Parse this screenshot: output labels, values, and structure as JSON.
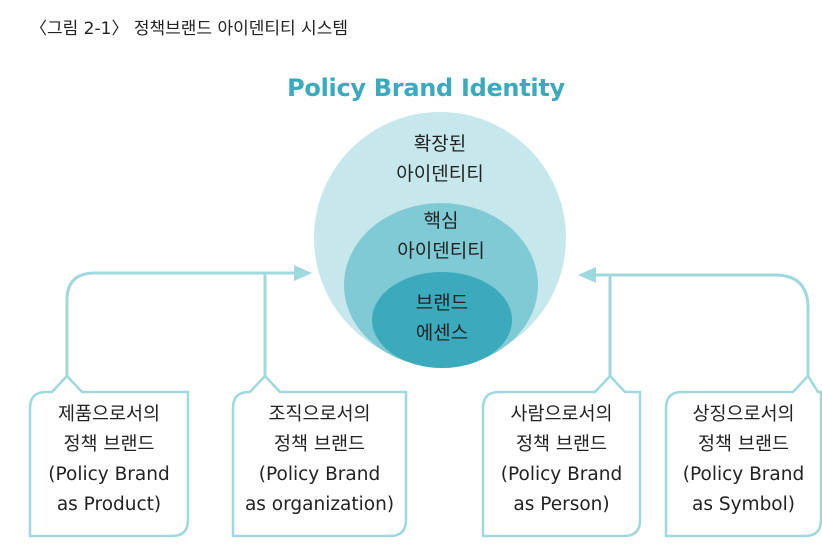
{
  "caption": "〈그림 2-1〉 정책브랜드 아이덴티티 시스템",
  "title": "Policy Brand Identity",
  "colors": {
    "outer": "#c6e8ed",
    "middle": "#7fcad4",
    "inner": "#3aaabc",
    "line": "#9fd8df",
    "title": "#3aaabc"
  },
  "circles": {
    "outer": [
      "확장된",
      "아이덴티티"
    ],
    "middle": [
      "핵심",
      "아이덴티티"
    ],
    "inner": [
      "브랜드",
      "에센스"
    ]
  },
  "boxes": [
    {
      "lines": [
        "제품으로서의",
        "정책 브랜드",
        "(Policy Brand",
        "as Product)"
      ]
    },
    {
      "lines": [
        "조직으로서의",
        "정책 브랜드",
        "(Policy Brand",
        "as organization)"
      ]
    },
    {
      "lines": [
        "사람으로서의",
        "정책 브랜드",
        "(Policy Brand",
        "as Person)"
      ]
    },
    {
      "lines": [
        "상징으로서의",
        "정책 브랜드",
        "(Policy Brand",
        "as Symbol)"
      ]
    }
  ]
}
